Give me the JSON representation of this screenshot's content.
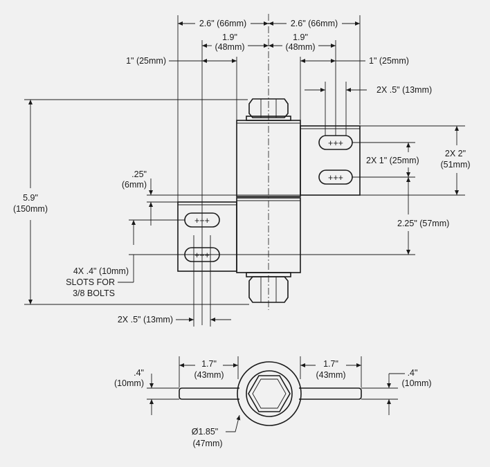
{
  "dimensions": {
    "width_left": "2.6\" (66mm)",
    "width_right": "2.6\" (66mm)",
    "offset_left_in": "1.9\"",
    "offset_left_mm": "(48mm)",
    "offset_right_in": "1.9\"",
    "offset_right_mm": "(48mm)",
    "slot_offset_left": "1\" (25mm)",
    "slot_offset_right": "1\" (25mm)",
    "slot_width_top": "2X .5\" (13mm)",
    "height_total_in": "5.9\"",
    "height_total_mm": "(150mm)",
    "gap_in": ".25\"",
    "gap_mm": "(6mm)",
    "slot_spacing": "2X 1\" (25mm)",
    "leaf_height_in": "2X 2\"",
    "leaf_height_mm": "(51mm)",
    "slot_to_slot": "2.25\" (57mm)",
    "slot_note_1": "4X .4\" (10mm)",
    "slot_note_2": "SLOTS FOR",
    "slot_note_3": "3/8 BOLTS",
    "slot_width_bottom": "2X .5\" (13mm)",
    "top_view_left_in": "1.7\"",
    "top_view_left_mm": "(43mm)",
    "top_view_right_in": "1.7\"",
    "top_view_right_mm": "(43mm)",
    "thick_left_in": ".4\"",
    "thick_left_mm": "(10mm)",
    "thick_right_in": ".4\"",
    "thick_right_mm": "(10mm)",
    "diameter_in": "Ø1.85\"",
    "diameter_mm": "(47mm)"
  },
  "slot_marks": "+++"
}
